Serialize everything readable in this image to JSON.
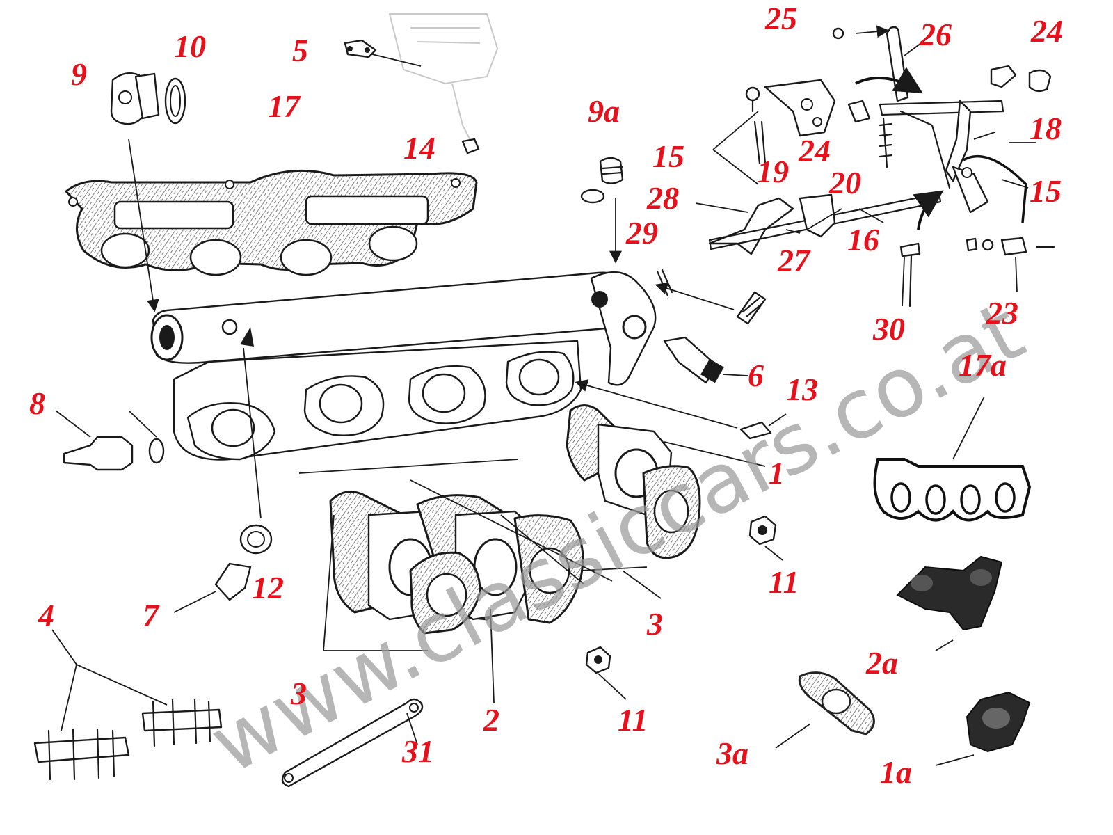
{
  "colors": {
    "callout": "#e8101a",
    "ink": "#1a1a1a",
    "watermark": "#9a9a9a",
    "background": "#ffffff"
  },
  "watermark": "www.classiccars.co.at",
  "callouts": [
    "1",
    "1a",
    "2",
    "2a",
    "3",
    "3",
    "3",
    "3a",
    "4",
    "5",
    "6",
    "7",
    "8",
    "9",
    "9a",
    "10",
    "11",
    "11",
    "12",
    "13",
    "14",
    "15",
    "15",
    "16",
    "17",
    "17a",
    "18",
    "19",
    "20",
    "23",
    "24",
    "24",
    "25",
    "26",
    "27",
    "28",
    "29",
    "30",
    "31"
  ]
}
